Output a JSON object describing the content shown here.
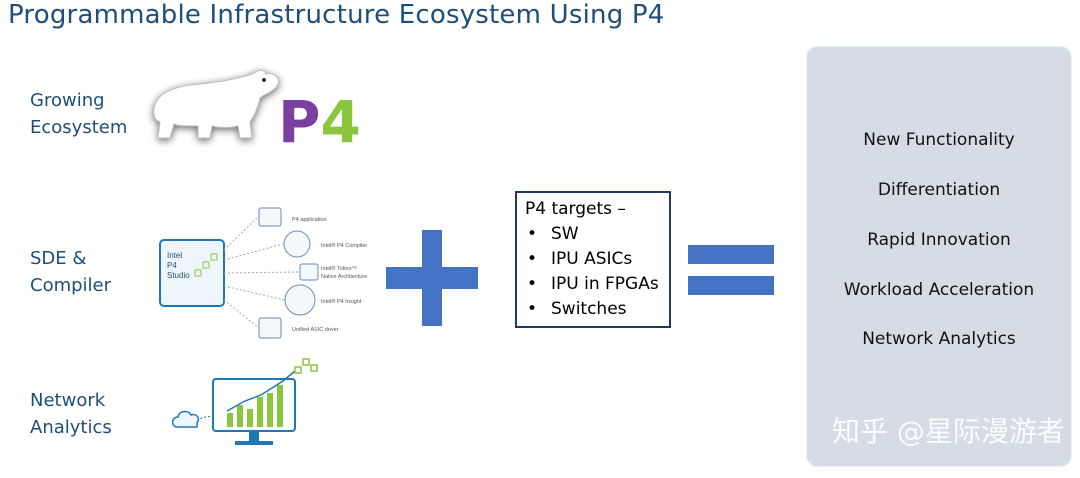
{
  "page": {
    "title": "Programmable Infrastructure Ecosystem Using P4"
  },
  "rows": [
    {
      "label_line1": "Growing",
      "label_line2": "Ecosystem"
    },
    {
      "label_line1": "SDE &",
      "label_line2": "Compiler"
    },
    {
      "label_line1": "Network",
      "label_line2": "Analytics"
    }
  ],
  "logo": {
    "text": "P4",
    "bear_color": "#ffffff",
    "p_color": "#7b3fa0",
    "four_color": "#8cc63f"
  },
  "sde_graphic": {
    "studio_label_1": "Intel",
    "studio_label_2": "P4",
    "studio_label_3": "Studio",
    "items": [
      "P4 application",
      "Intel® P4 Compiler",
      "Intel® Tofino™",
      "Native Architecture",
      "Intel® P4 Insight",
      "Unified ASIC driver"
    ]
  },
  "targets": {
    "heading": "P4 targets –",
    "items": [
      "SW",
      "IPU ASICs",
      "IPU in FPGAs",
      "Switches"
    ]
  },
  "results": {
    "items": [
      "New Functionality",
      "Differentiation",
      "Rapid Innovation",
      "Workload Acceleration",
      "Network Analytics"
    ]
  },
  "watermark": {
    "text": "知乎 @星际漫游者"
  },
  "colors": {
    "title": "#1f4e79",
    "accent": "#4472c4",
    "panel": "#d6dce5"
  }
}
